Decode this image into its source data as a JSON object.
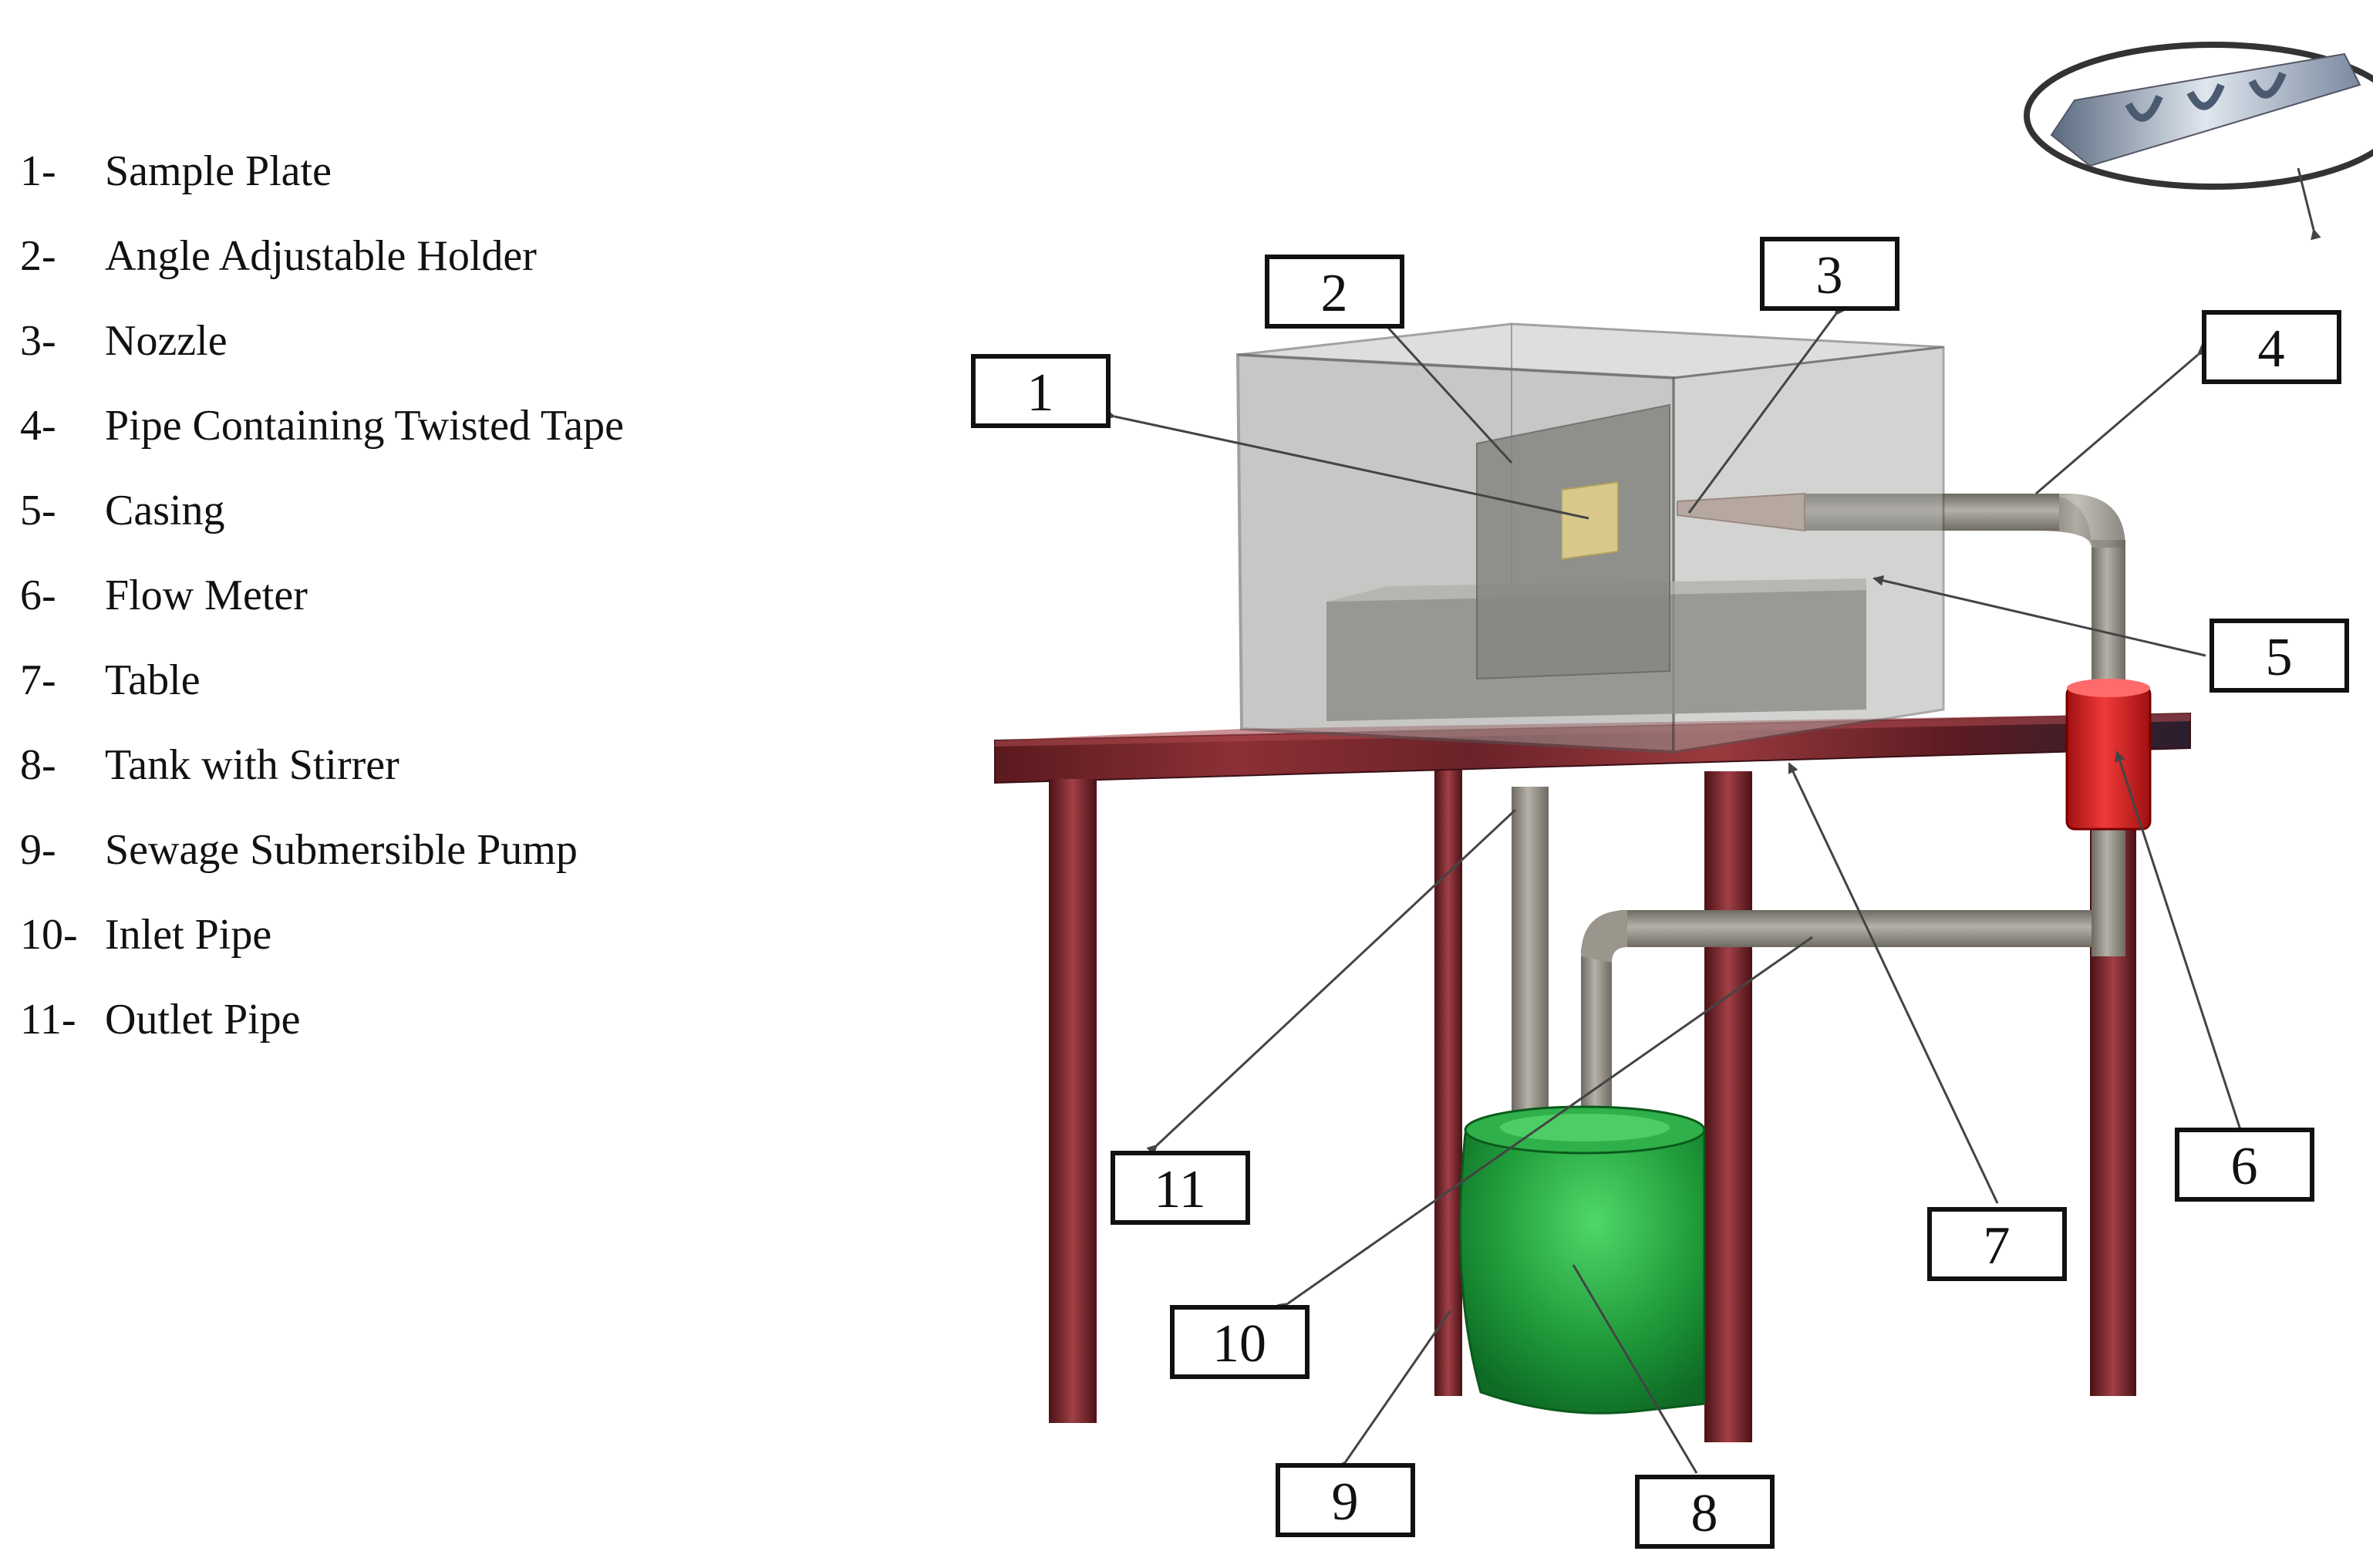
{
  "legend": [
    {
      "number": "1-",
      "label": "Sample Plate"
    },
    {
      "number": "2-",
      "label": "Angle Adjustable Holder"
    },
    {
      "number": "3-",
      "label": "Nozzle"
    },
    {
      "number": "4-",
      "label": "Pipe Containing Twisted Tape"
    },
    {
      "number": "5-",
      "label": "Casing"
    },
    {
      "number": "6-",
      "label": "Flow Meter"
    },
    {
      "number": "7-",
      "label": "Table"
    },
    {
      "number": "8-",
      "label": "Tank with Stirrer"
    },
    {
      "number": "9-",
      "label": "Sewage Submersible Pump"
    },
    {
      "number": "10-",
      "label": "Inlet Pipe"
    },
    {
      "number": "11-",
      "label": "Outlet Pipe"
    }
  ],
  "callouts": [
    "1",
    "2",
    "3",
    "4",
    "5",
    "6",
    "7",
    "8",
    "9",
    "10",
    "11"
  ],
  "colors": {
    "table": "#7a2a2e",
    "tank": "#1f9a3a",
    "flow_meter": "#d42020",
    "casing": "#9a9a98",
    "pipe": "#8e8a80"
  }
}
